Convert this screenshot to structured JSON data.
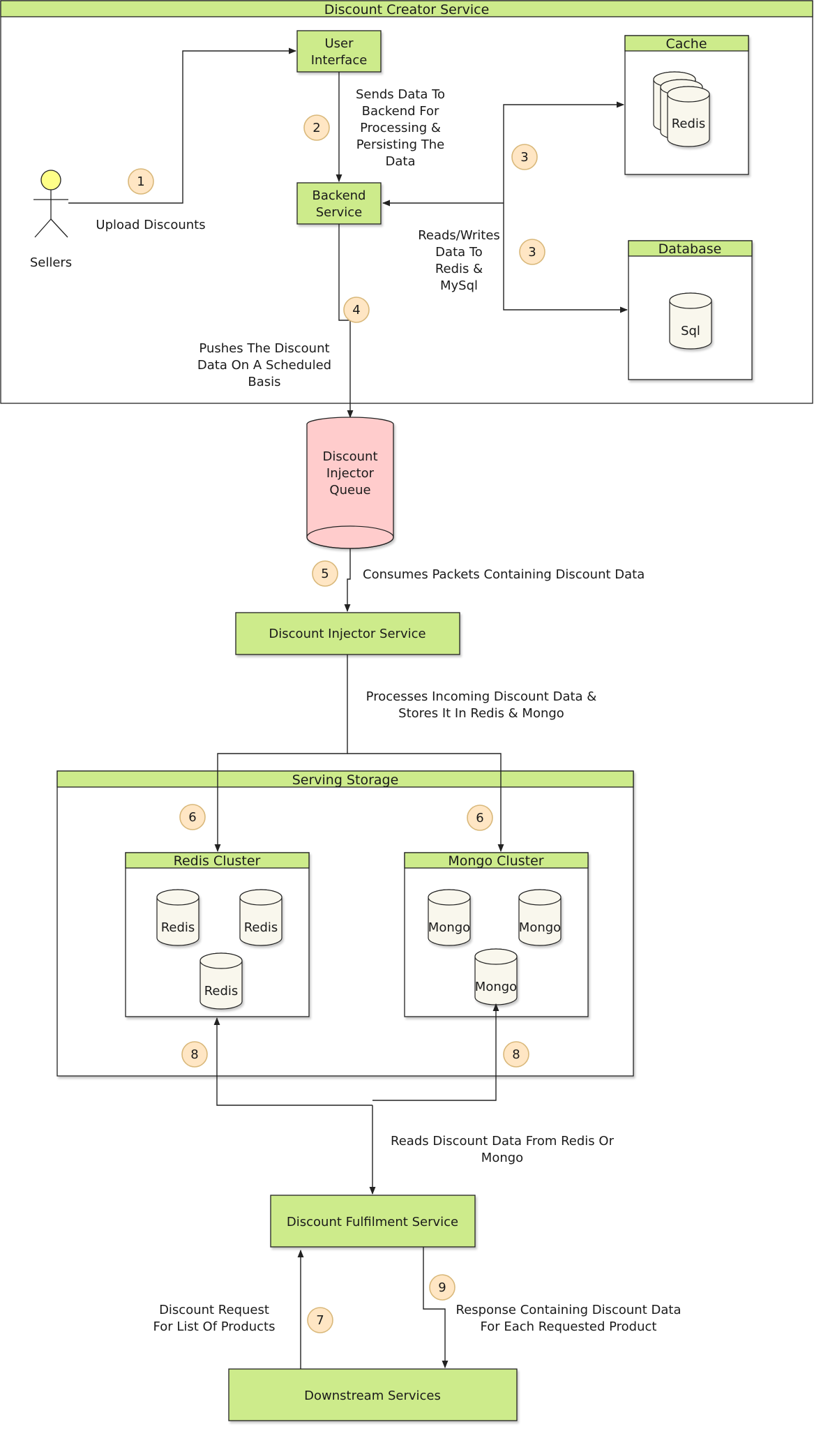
{
  "containers": {
    "discount_creator": "Discount Creator Service",
    "cache": "Cache",
    "database": "Database",
    "serving_storage": "Serving Storage",
    "redis_cluster": "Redis Cluster",
    "mongo_cluster": "Mongo Cluster"
  },
  "nodes": {
    "user_interface": [
      "User",
      "Interface"
    ],
    "backend_service": [
      "Backend",
      "Service"
    ],
    "sellers": "Sellers",
    "queue": [
      "Discount",
      "Injector",
      "Queue"
    ],
    "injector_service": "Discount Injector Service",
    "fulfilment_service": "Discount Fulfilment Service",
    "downstream_services": "Downstream Services"
  },
  "stores": {
    "cache_redis": "Redis",
    "db_sql": "Sql",
    "redis": "Redis",
    "mongo": "Mongo"
  },
  "edge_labels": {
    "upload": "Upload Discounts",
    "sends_data": [
      "Sends Data To",
      "Backend For",
      "Processing &",
      "Persisting The",
      "Data"
    ],
    "reads_writes": [
      "Reads/Writes",
      "Data To",
      "Redis &",
      "MySql"
    ],
    "pushes": [
      "Pushes The Discount",
      "Data On A Scheduled",
      "Basis"
    ],
    "consumes": "Consumes Packets Containing Discount Data",
    "processes": [
      "Processes Incoming Discount Data &",
      "Stores It In Redis & Mongo"
    ],
    "reads_discount": [
      "Reads Discount Data From Redis Or",
      "Mongo"
    ],
    "request": [
      "Discount Request",
      "For List Of Products"
    ],
    "response": [
      "Response Containing Discount Data",
      "For Each Requested Product"
    ]
  },
  "steps": [
    "1",
    "2",
    "3",
    "3",
    "4",
    "5",
    "6",
    "6",
    "7",
    "8",
    "8",
    "9"
  ],
  "colors": {
    "header_fill": "#cdeb8b",
    "queue_fill": "#ffcccc",
    "badge_fill": "#ffe6c4",
    "actor_head": "#ffff88"
  }
}
